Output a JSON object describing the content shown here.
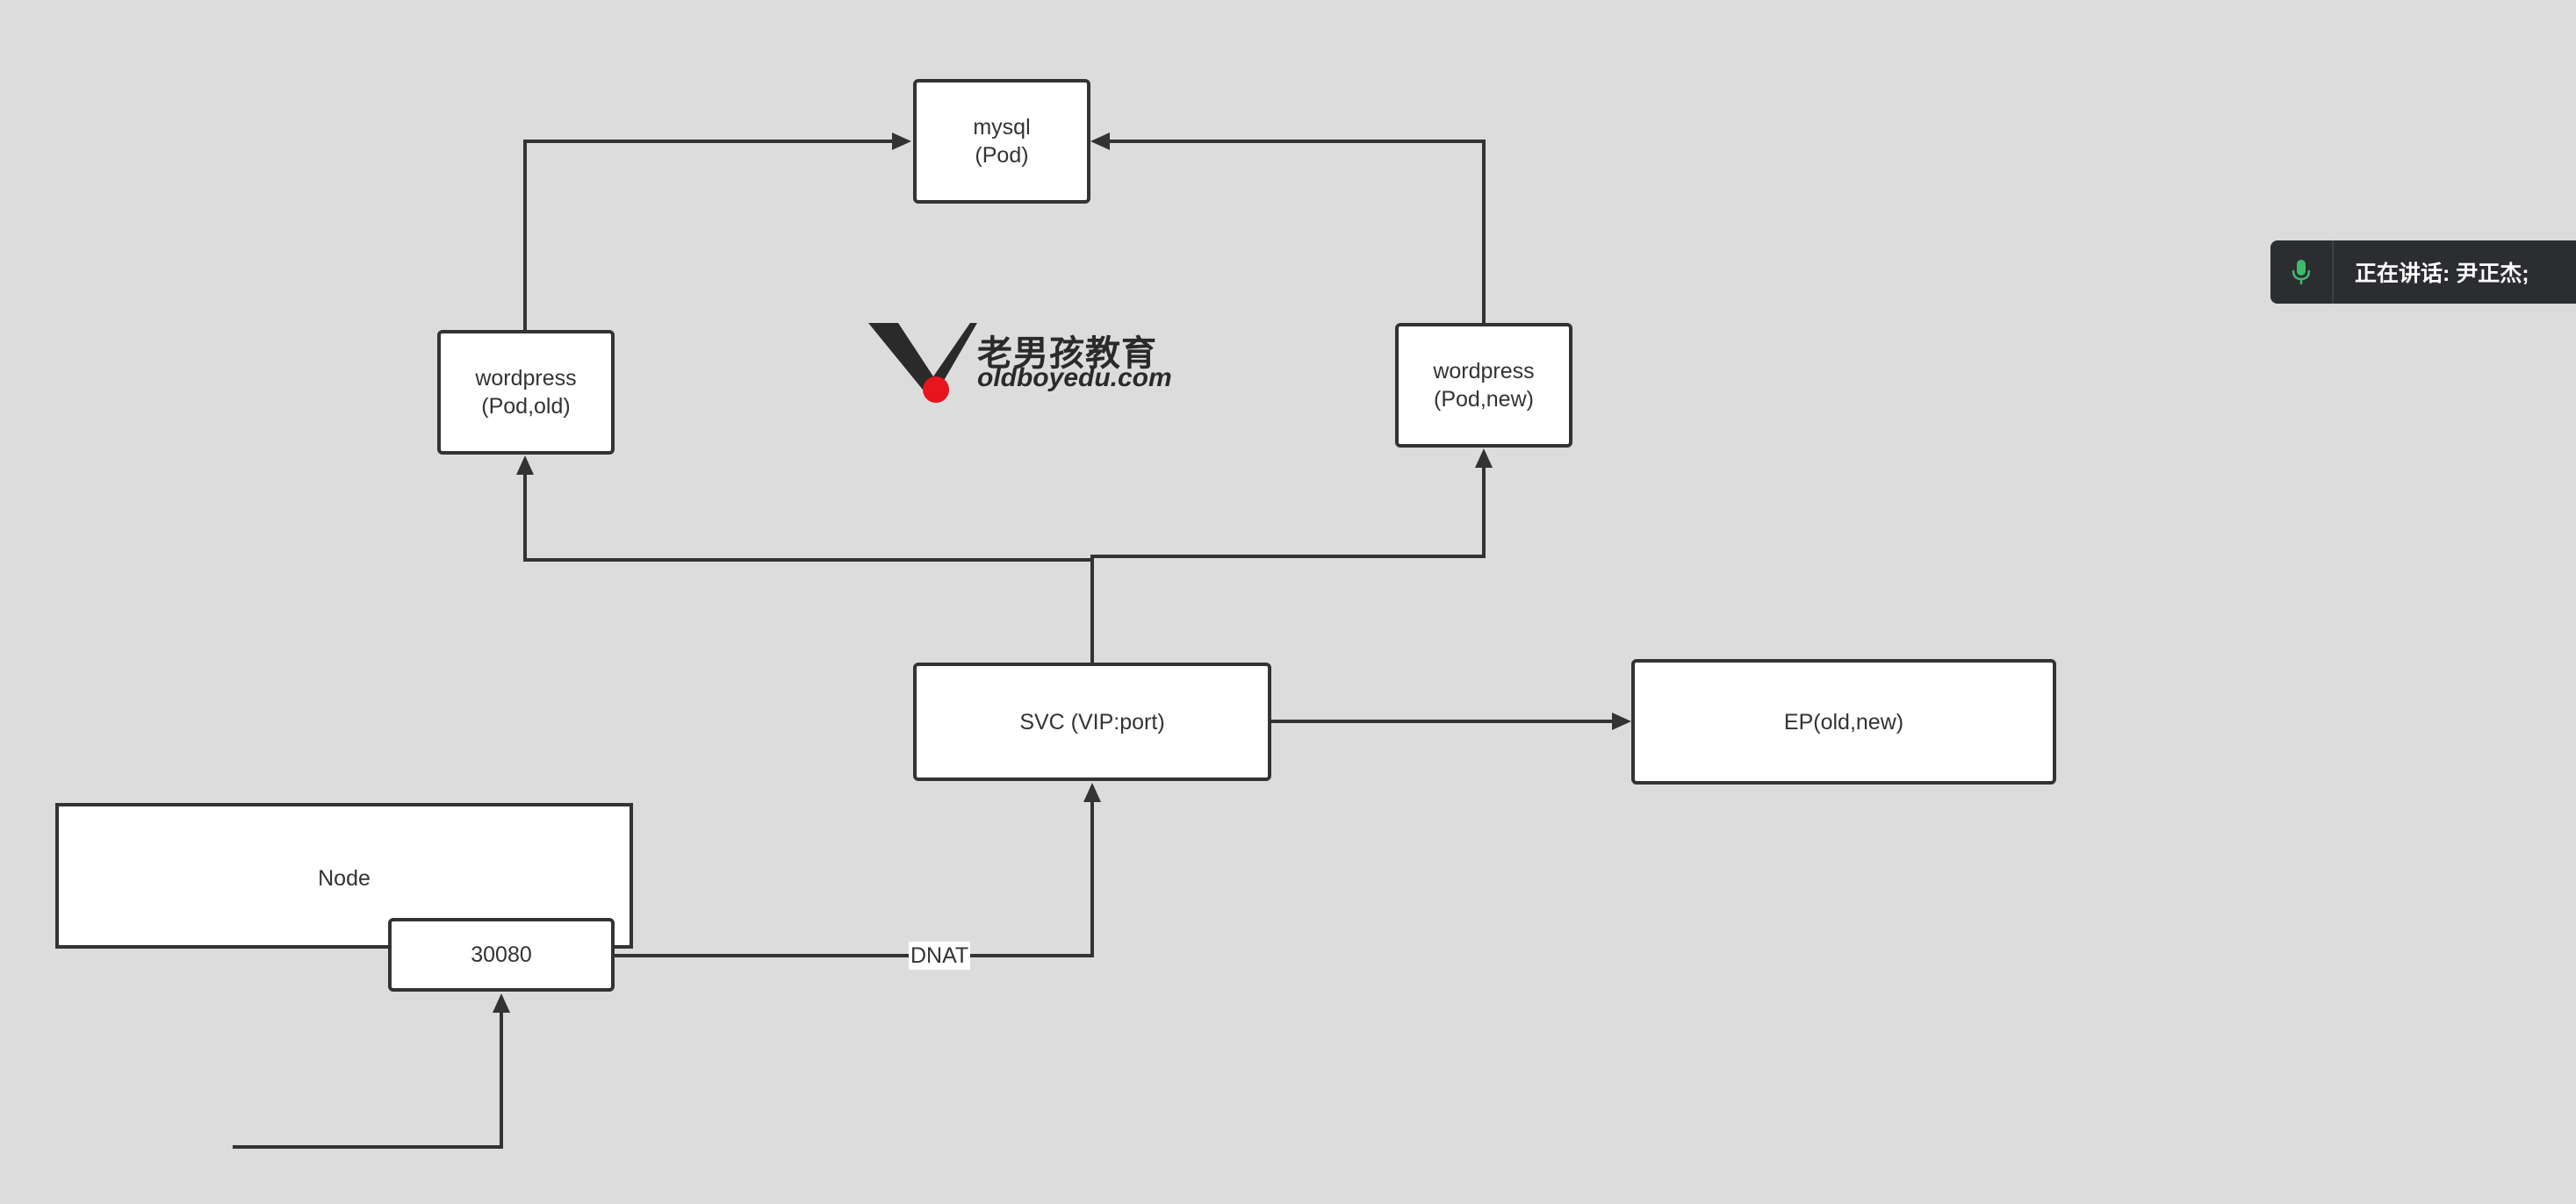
{
  "nodes": {
    "mysql": {
      "line1": "mysql",
      "line2": "(Pod)"
    },
    "wordpress_old": {
      "line1": "wordpress",
      "line2": "(Pod,old)"
    },
    "wordpress_new": {
      "line1": "wordpress",
      "line2": "(Pod,new)"
    },
    "svc": {
      "label": "SVC (VIP:port)"
    },
    "ep": {
      "label": "EP(old,new)"
    },
    "node": {
      "label": "Node"
    },
    "port": {
      "label": "30080"
    }
  },
  "edge_labels": {
    "dnat": "DNAT"
  },
  "watermark": {
    "cn": "老男孩教育",
    "en": "oldboyedu.com"
  },
  "speaking": {
    "text": "正在讲话: 尹正杰;",
    "icon": "microphone-icon",
    "icon_color": "#3dbb6b"
  },
  "colors": {
    "background": "#dcdcdc",
    "stroke": "#333333",
    "logo_red": "#e8141e"
  }
}
